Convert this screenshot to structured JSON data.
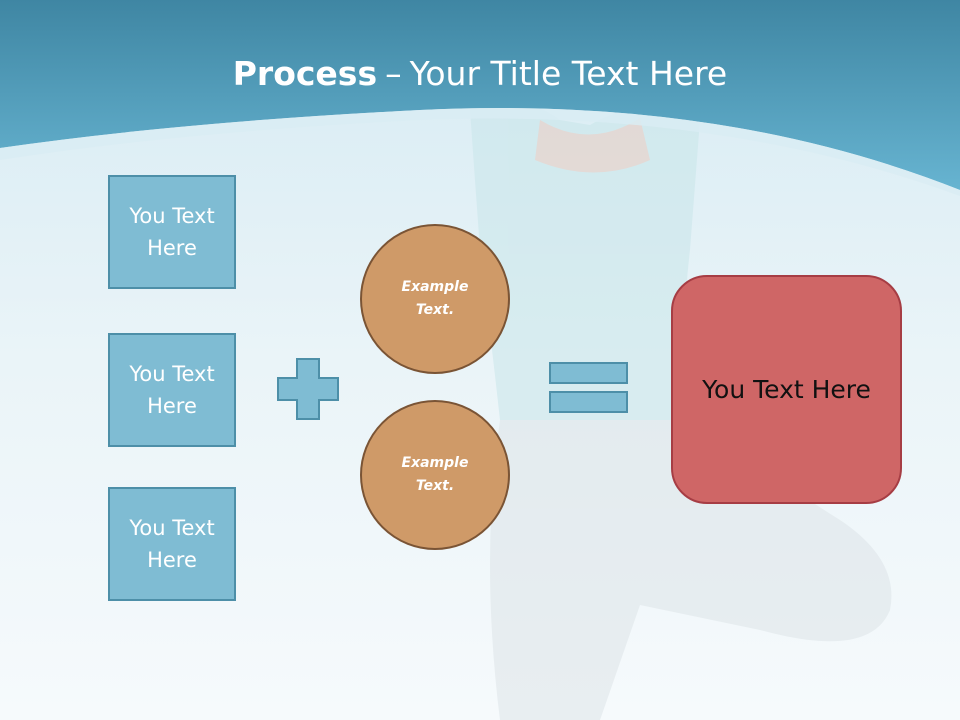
{
  "title": {
    "bold": "Process",
    "dash": "–",
    "rest": "Your Title Text Here"
  },
  "input_boxes": [
    "You Text Here",
    "You Text Here",
    "You Text Here"
  ],
  "circles": [
    "Example Text.",
    "Example Text."
  ],
  "result": "You Text Here",
  "colors": {
    "header": "#5aa9c6",
    "box_fill": "#7fbcd3",
    "box_border": "#4d8fa8",
    "circle_fill": "#cf9a68",
    "circle_border": "#7a5435",
    "result_fill": "#cf6666",
    "result_border": "#a63d44"
  }
}
